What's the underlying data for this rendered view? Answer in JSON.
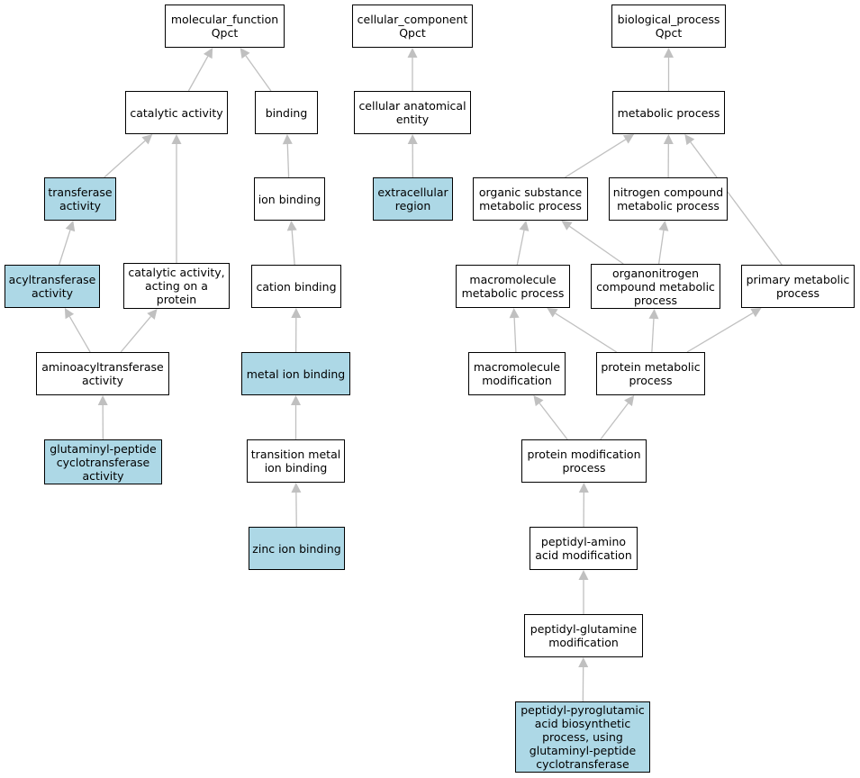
{
  "colors": {
    "highlight": "#add8e6",
    "node_fill": "#ffffff",
    "edge": "#c0c0c0",
    "border": "#000000"
  },
  "nodes": [
    {
      "id": "mf",
      "label": "molecular_function\nQpct",
      "highlighted": false
    },
    {
      "id": "cc",
      "label": "cellular_component\nQpct",
      "highlighted": false
    },
    {
      "id": "bp",
      "label": "biological_process\nQpct",
      "highlighted": false
    },
    {
      "id": "cat",
      "label": "catalytic activity",
      "highlighted": false
    },
    {
      "id": "bind",
      "label": "binding",
      "highlighted": false
    },
    {
      "id": "cae",
      "label": "cellular anatomical\nentity",
      "highlighted": false
    },
    {
      "id": "met",
      "label": "metabolic process",
      "highlighted": false
    },
    {
      "id": "trans",
      "label": "transferase\nactivity",
      "highlighted": true
    },
    {
      "id": "ionb",
      "label": "ion binding",
      "highlighted": false
    },
    {
      "id": "extr",
      "label": "extracellular\nregion",
      "highlighted": true
    },
    {
      "id": "osm",
      "label": "organic substance\nmetabolic process",
      "highlighted": false
    },
    {
      "id": "ncm",
      "label": "nitrogen compound\nmetabolic process",
      "highlighted": false
    },
    {
      "id": "acyl",
      "label": "acyltransferase\nactivity",
      "highlighted": true
    },
    {
      "id": "catp",
      "label": "catalytic activity,\nacting on a\nprotein",
      "highlighted": false
    },
    {
      "id": "catb",
      "label": "cation binding",
      "highlighted": false
    },
    {
      "id": "mmp",
      "label": "macromolecule\nmetabolic process",
      "highlighted": false
    },
    {
      "id": "ocm",
      "label": "organonitrogen\ncompound metabolic\nprocess",
      "highlighted": false
    },
    {
      "id": "pmp",
      "label": "primary metabolic\nprocess",
      "highlighted": false
    },
    {
      "id": "amino",
      "label": "aminoacyltransferase\nactivity",
      "highlighted": false
    },
    {
      "id": "metal",
      "label": "metal ion binding",
      "highlighted": true
    },
    {
      "id": "mmod",
      "label": "macromolecule\nmodification",
      "highlighted": false
    },
    {
      "id": "prot",
      "label": "protein metabolic\nprocess",
      "highlighted": false
    },
    {
      "id": "glut",
      "label": "glutaminyl-peptide\ncyclotransferase\nactivity",
      "highlighted": true
    },
    {
      "id": "tmb",
      "label": "transition metal\nion binding",
      "highlighted": false
    },
    {
      "id": "pmod",
      "label": "protein modification\nprocess",
      "highlighted": false
    },
    {
      "id": "zinc",
      "label": "zinc ion binding",
      "highlighted": true
    },
    {
      "id": "pam",
      "label": "peptidyl-amino\nacid modification",
      "highlighted": false
    },
    {
      "id": "pgm",
      "label": "peptidyl-glutamine\nmodification",
      "highlighted": false
    },
    {
      "id": "ppg",
      "label": "peptidyl-pyroglutamic\nacid biosynthetic\nprocess, using\nglutaminyl-peptide\ncyclotransferase",
      "highlighted": true
    }
  ],
  "edges": [
    {
      "from": "cat",
      "to": "mf"
    },
    {
      "from": "bind",
      "to": "mf"
    },
    {
      "from": "trans",
      "to": "cat"
    },
    {
      "from": "catp",
      "to": "cat"
    },
    {
      "from": "ionb",
      "to": "bind"
    },
    {
      "from": "acyl",
      "to": "trans"
    },
    {
      "from": "catb",
      "to": "ionb"
    },
    {
      "from": "amino",
      "to": "acyl"
    },
    {
      "from": "amino",
      "to": "catp"
    },
    {
      "from": "metal",
      "to": "catb"
    },
    {
      "from": "glut",
      "to": "amino"
    },
    {
      "from": "tmb",
      "to": "metal"
    },
    {
      "from": "zinc",
      "to": "tmb"
    },
    {
      "from": "cae",
      "to": "cc"
    },
    {
      "from": "extr",
      "to": "cae"
    },
    {
      "from": "met",
      "to": "bp"
    },
    {
      "from": "osm",
      "to": "met"
    },
    {
      "from": "ncm",
      "to": "met"
    },
    {
      "from": "pmp",
      "to": "met"
    },
    {
      "from": "mmp",
      "to": "osm"
    },
    {
      "from": "ocm",
      "to": "osm"
    },
    {
      "from": "ocm",
      "to": "ncm"
    },
    {
      "from": "mmod",
      "to": "mmp"
    },
    {
      "from": "prot",
      "to": "mmp"
    },
    {
      "from": "prot",
      "to": "ocm"
    },
    {
      "from": "prot",
      "to": "pmp"
    },
    {
      "from": "pmod",
      "to": "mmod"
    },
    {
      "from": "pmod",
      "to": "prot"
    },
    {
      "from": "pam",
      "to": "pmod"
    },
    {
      "from": "pgm",
      "to": "pam"
    },
    {
      "from": "ppg",
      "to": "pgm"
    }
  ]
}
